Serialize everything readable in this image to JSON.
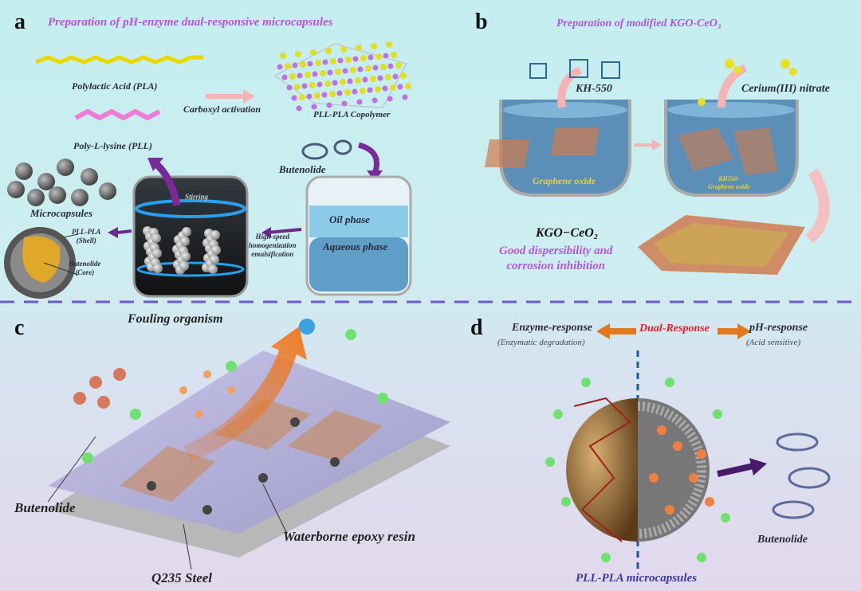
{
  "panel_a": {
    "letter": "a",
    "title": "Preparation of pH-enzyme dual-responsive microcapsules",
    "pla_label": "Polylactic Acid (PLA)",
    "pll_label": "Poly-L-lysine (PLL)",
    "activation_label": "Carboxyl activation",
    "copolymer_label": "PLL-PLA Copolymer",
    "butenolide_label": "Butenolide",
    "oil_phase": "Oil phase",
    "aqueous_phase": "Aqueous phase",
    "stirring": "Stirring",
    "homogenization": [
      "High-speed",
      "homogenization",
      "emulsification"
    ],
    "microcapsules_label": "Microcapsules",
    "shell_label": [
      "PLL-PLA",
      "(Shell)"
    ],
    "core_label": [
      "Butenolide",
      "(Core)"
    ]
  },
  "panel_b": {
    "letter": "b",
    "title": "Preparation of modified KGO-CeO₃",
    "kh550": "KH-550",
    "cerium": "Cerium(III) nitrate",
    "graphene_oxide": "Graphene oxide",
    "kh550_go": [
      "KH550-",
      "Graphene oxide"
    ],
    "product": "KGO−CeO₂",
    "property": [
      "Good dispersibility and",
      "corrosion inhibition"
    ]
  },
  "panel_c": {
    "letter": "c",
    "fouling": "Fouling organism",
    "butenolide": "Butenolide",
    "resin": "Waterborne epoxy resin",
    "steel": "Q235 Steel"
  },
  "panel_d": {
    "letter": "d",
    "enzyme_response": "Enzyme-response",
    "enzyme_sub": "(Enzymatic degradation)",
    "dual": "Dual-Response",
    "ph_response": "pH-response",
    "ph_sub": "(Acid sensitive)",
    "butenolide": "Butenolide",
    "microcapsules": "PLL-PLA microcapsules"
  },
  "colors": {
    "title": "#b455d6",
    "divider": "#6a5acd",
    "dual": "#e02020",
    "capsule_label": "#3a3aa0"
  }
}
